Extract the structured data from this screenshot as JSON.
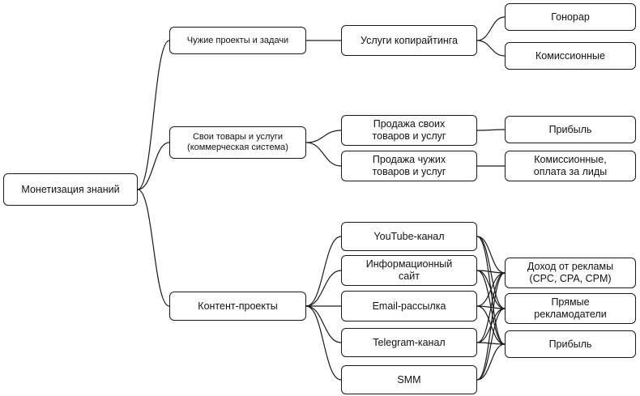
{
  "diagram": {
    "root": "Монетизация знаний",
    "branches": {
      "others_projects": "Чужие проекты и задачи",
      "own_goods": "Свои товары и услуги\n(коммерческая система)",
      "content_projects": "Контент-проекты"
    },
    "level2": {
      "copywriting": "Услуги копирайтинга",
      "sell_own": "Продажа своих\nтоваров и услуг",
      "sell_others": "Продажа чужих\nтоваров и услуг",
      "youtube": "YouTube-канал",
      "info_site": "Информационный\nсайт",
      "email": "Email-рассылка",
      "telegram": "Telegram-канал",
      "smm": "SMM"
    },
    "outcomes": {
      "fee": "Гонорар",
      "commission": "Комиссионные",
      "profit_own": "Прибыль",
      "commission_leads": "Комиссионные,\nоплата за лиды",
      "ad_income": "Доход от рекламы\n(CPC, CPA, CPM)",
      "direct_advertisers": "Прямые\nрекламодатели",
      "profit_content": "Прибыль"
    }
  }
}
